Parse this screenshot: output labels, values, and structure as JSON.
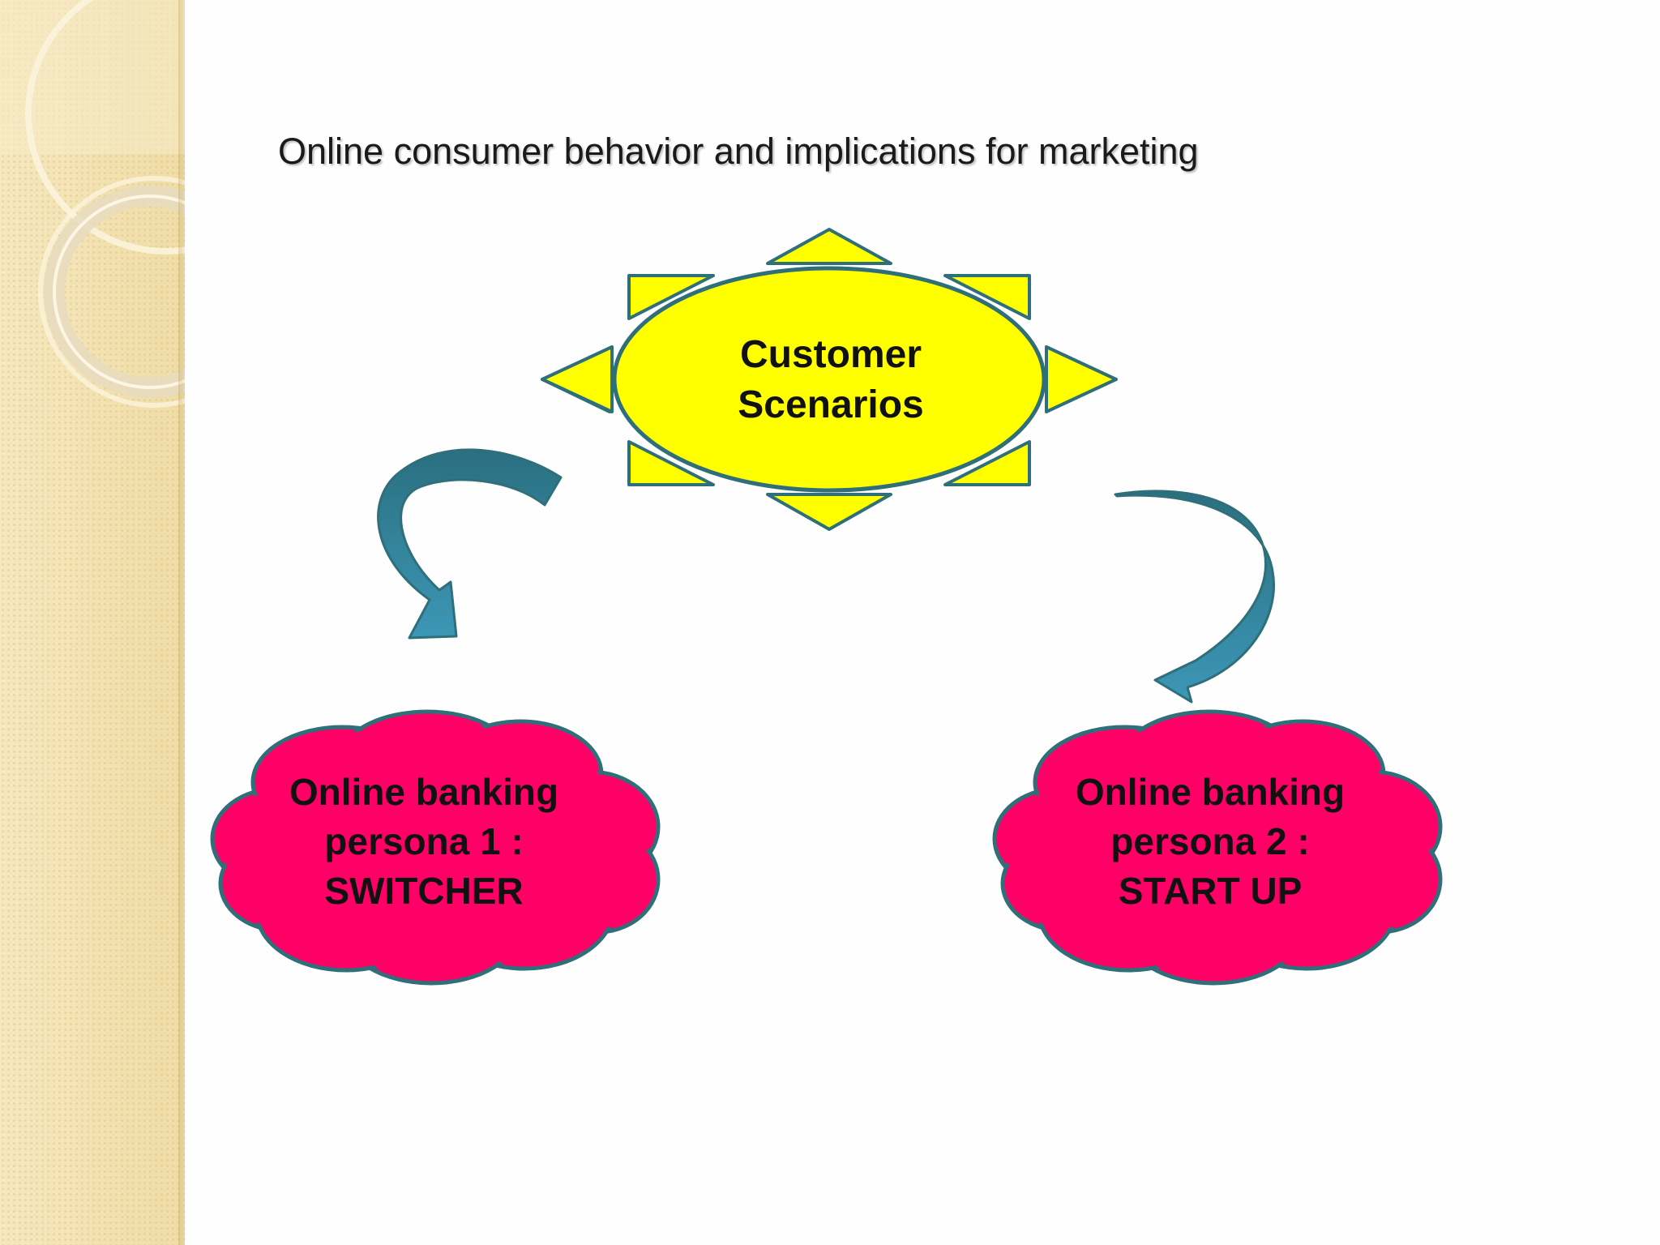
{
  "slide": {
    "title": "Online consumer behavior and implications for marketing"
  },
  "diagram": {
    "center": {
      "shape": "sun",
      "lines": [
        "Customer",
        "Scenarios"
      ],
      "color": "#ffff00"
    },
    "personas": [
      {
        "shape": "cloud",
        "lines": [
          "Online banking",
          "persona 1 :",
          "SWITCHER"
        ],
        "color": "#ff0066"
      },
      {
        "shape": "cloud",
        "lines": [
          "Online banking",
          "persona 2 :",
          "START UP"
        ],
        "color": "#ff0066"
      }
    ],
    "arrows": {
      "color": "#3a8ea8",
      "icons": [
        "curved-arrow-icon",
        "curved-arrow-icon"
      ]
    },
    "outline_color": "#2f6f7a"
  },
  "theme": {
    "side_panel_color": "#f4e4b4",
    "background": "#fefefe"
  }
}
